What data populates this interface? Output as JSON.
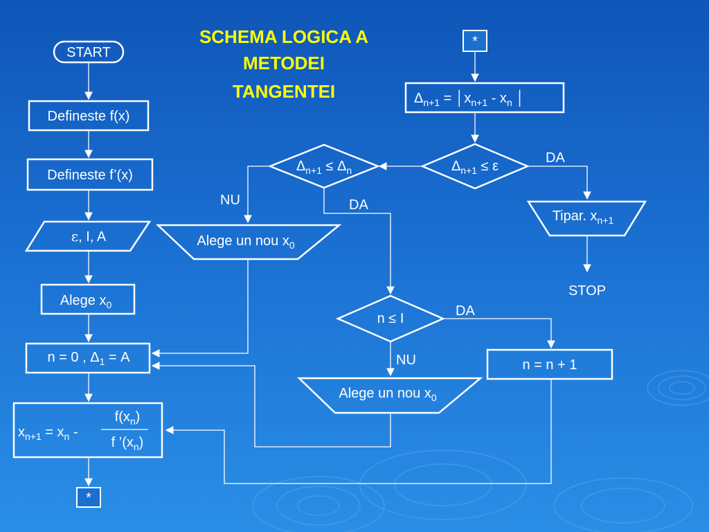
{
  "title": {
    "line1": "SCHEMA LOGICA A",
    "line2": "METODEI",
    "line3": "TANGENTEI"
  },
  "left": {
    "start": "START",
    "def_f": "Defineste f(x)",
    "def_fp": "Defineste f’(x)",
    "input": {
      "eps": "ε",
      "rest": ", I, A"
    },
    "choose_x0": {
      "main": "Alege x",
      "sub": "0"
    },
    "init": {
      "a": "n = 0 , ",
      "delta": "Δ",
      "sub": "1",
      "b": " = A"
    },
    "formula": {
      "lhs_x": "x",
      "lhs_sub": "n+1",
      "eq": " = x",
      "rhs_sub": "n",
      "minus": " -",
      "num_a": "f(x",
      "num_sub": "n",
      "num_b": ")",
      "den_a": "f ’(x",
      "den_sub": "n",
      "den_b": ")"
    },
    "connector": "*"
  },
  "right": {
    "connector": "*",
    "delta_def": {
      "d": "Δ",
      "sub1": "n+1",
      "eq": " = │x",
      "sub2": "n+1",
      "minus": " - x",
      "sub3": "n",
      "end": " │"
    },
    "cond_eps": {
      "d": "Δ",
      "sub": "n+1",
      "rel": " ≤ ε"
    },
    "cond_delta": {
      "d": "Δ",
      "sub1": "n+1",
      "rel": " ≤ Δ",
      "sub2": "n"
    },
    "cond_n": "n ≤ I",
    "print": {
      "main": "Tipar. x",
      "sub": "n+1"
    },
    "stop": "STOP",
    "choose_top": {
      "main": "Alege un nou x",
      "sub": "0"
    },
    "choose_bottom": {
      "main": "Alege un nou x",
      "sub": "0"
    },
    "increment": "n = n + 1",
    "labels": {
      "da1": "DA",
      "nu1": "NU",
      "da2": "DA",
      "da3": "DA",
      "nu2": "NU"
    }
  }
}
